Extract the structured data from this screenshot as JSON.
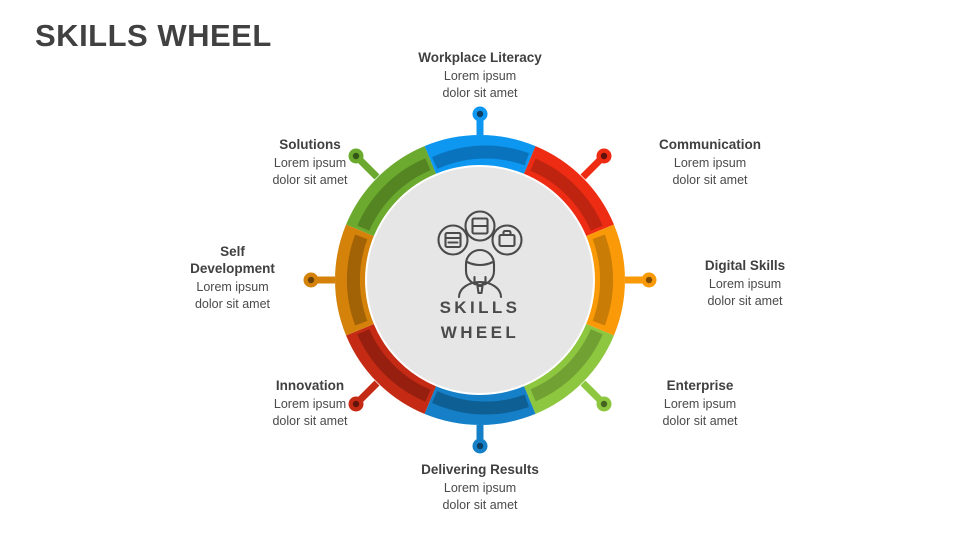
{
  "title": "SKILLS WHEEL",
  "center": {
    "text": "SKILLS\nWHEEL",
    "icon": "people-skills-icon"
  },
  "colors": {
    "blue_light": "#0D97F0",
    "blue_dark": "#0A73BE",
    "red_light": "#EE2B13",
    "red_dark": "#BE2410",
    "orange_light": "#FB9A08",
    "orange_dark": "#C97C06",
    "green_light": "#8DC63F",
    "green_dark": "#71A033",
    "blue2_light": "#1580C8",
    "blue2_dark": "#0D5F94",
    "darkred_light": "#C42A14",
    "darkred_dark": "#971F0F",
    "gold_light": "#D4820A",
    "gold_dark": "#A26307",
    "green2_light": "#6BAA2E",
    "green2_dark": "#548522",
    "hub_fill": "#E6E6E6",
    "title_color": "#414141",
    "text_color": "#404040"
  },
  "segments": [
    {
      "name": "workplace-literacy",
      "label": "Workplace Literacy",
      "sub": "Lorem ipsum\ndolor sit amet",
      "color": "#0D97F0",
      "color_dark": "#0A73BE"
    },
    {
      "name": "communication",
      "label": "Communication",
      "sub": "Lorem ipsum\ndolor sit amet",
      "color": "#EE2B13",
      "color_dark": "#BE2410"
    },
    {
      "name": "digital-skills",
      "label": "Digital Skills",
      "sub": "Lorem ipsum\ndolor sit amet",
      "color": "#FB9A08",
      "color_dark": "#C97C06"
    },
    {
      "name": "enterprise",
      "label": "Enterprise",
      "sub": "Lorem ipsum\ndolor sit amet",
      "color": "#8DC63F",
      "color_dark": "#71A033"
    },
    {
      "name": "delivering-results",
      "label": "Delivering Results",
      "sub": "Lorem ipsum\ndolor sit amet",
      "color": "#1580C8",
      "color_dark": "#0D5F94"
    },
    {
      "name": "innovation",
      "label": "Innovation",
      "sub": "Lorem ipsum\ndolor sit amet",
      "color": "#C42A14",
      "color_dark": "#971F0F"
    },
    {
      "name": "self-development",
      "label": "Self\nDevelopment",
      "sub": "Lorem ipsum\ndolor sit amet",
      "color": "#D4820A",
      "color_dark": "#A26307"
    },
    {
      "name": "solutions",
      "label": "Solutions",
      "sub": "Lorem ipsum\ndolor sit amet",
      "color": "#6BAA2E",
      "color_dark": "#548522"
    }
  ]
}
